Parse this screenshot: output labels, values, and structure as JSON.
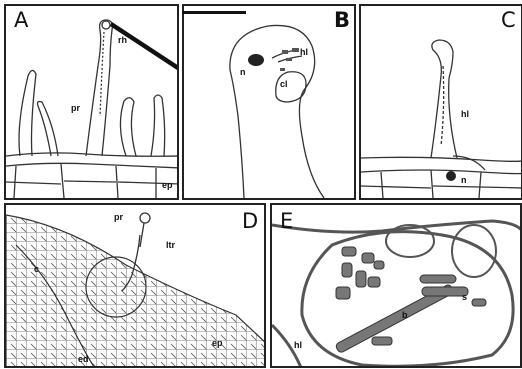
{
  "panels": {
    "A": {
      "letter": "A",
      "labels": {
        "rh": "rh",
        "pr": "pr",
        "ep": "ep"
      }
    },
    "B": {
      "letter": "B",
      "labels": {
        "n": "n",
        "hl": "hl",
        "cl": "cl"
      }
    },
    "C": {
      "letter": "C",
      "labels": {
        "hl": "hl",
        "n": "n"
      }
    },
    "D": {
      "letter": "D",
      "labels": {
        "pr": "pr",
        "ltr": "ltr",
        "c": "c",
        "ed": "ed",
        "ep": "ep"
      }
    },
    "E": {
      "letter": "E",
      "labels": {
        "hl": "hl",
        "b": "b",
        "s": "s"
      }
    }
  }
}
